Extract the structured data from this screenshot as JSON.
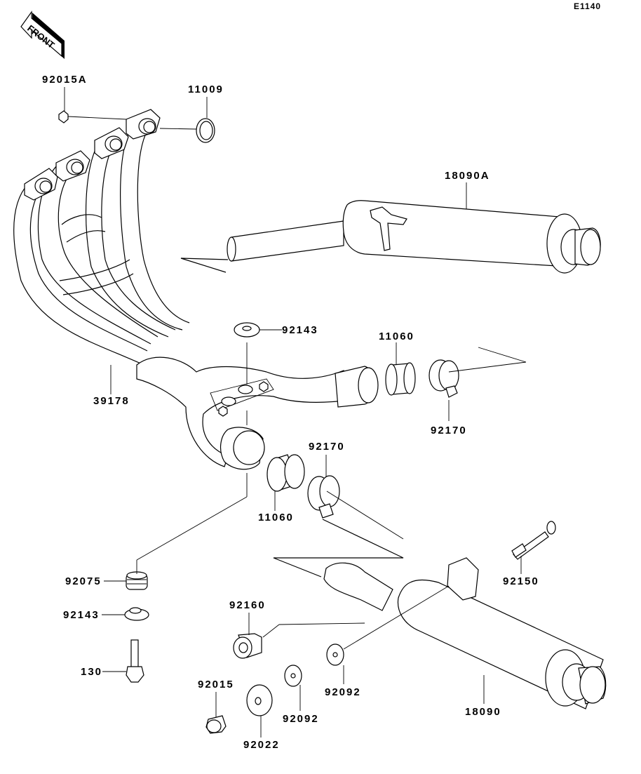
{
  "diagram_code": "E1140",
  "front_arrow": {
    "label": "FRONT"
  },
  "parts": {
    "p92015A": "92015A",
    "p11009": "11009",
    "p18090A": "18090A",
    "p92143_top": "92143",
    "p11060_right": "11060",
    "p92170_right": "92170",
    "p39178": "39178",
    "p92170_mid": "92170",
    "p11060_mid": "11060",
    "p92075": "92075",
    "p92143_low": "92143",
    "p130": "130",
    "p92160": "92160",
    "p92150": "92150",
    "p92015": "92015",
    "p92022": "92022",
    "p92092_a": "92092",
    "p92092_b": "92092",
    "p18090": "18090"
  }
}
